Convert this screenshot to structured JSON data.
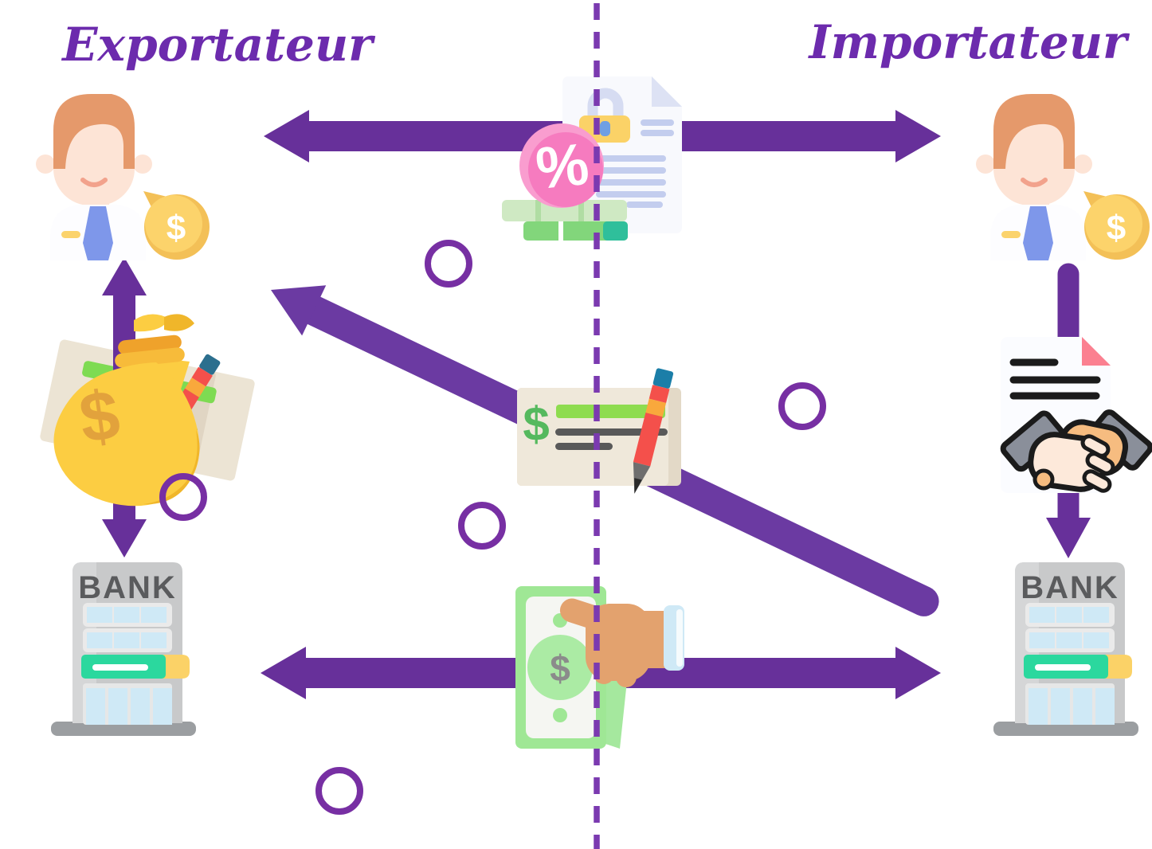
{
  "diagram": {
    "title_left": "Exportateur",
    "title_right": "Importateur",
    "bank_label": "BANK",
    "dollar_symbol": "$",
    "percent_symbol": "%",
    "nodes": [
      {
        "id": "exporter",
        "label": "Exportateur",
        "icon": "businessman-avatar with dollar speech bubble"
      },
      {
        "id": "importer",
        "label": "Importateur",
        "icon": "businessman-avatar with dollar speech bubble"
      },
      {
        "id": "exporter-bank",
        "label": "BANK",
        "icon": "bank-building"
      },
      {
        "id": "importer-bank",
        "label": "BANK",
        "icon": "bank-building"
      }
    ],
    "connectors": [
      {
        "name": "contract-exchange",
        "type": "double-arrow",
        "between": [
          "exporter",
          "importer"
        ],
        "icon": "letter-of-credit (document, lock, percent badge, cash)"
      },
      {
        "name": "exporter-to-exporter-bank",
        "type": "double-arrow",
        "between": [
          "exporter",
          "exporter-bank"
        ],
        "icon": "money-bag with check and pencil"
      },
      {
        "name": "importer-to-importer-bank",
        "type": "down-arrow",
        "between": [
          "importer",
          "importer-bank"
        ],
        "icon": "contract with handshake"
      },
      {
        "name": "check-transfer",
        "type": "diagonal-arrow",
        "between": [
          "importer-bank",
          "exporter"
        ],
        "icon": "bank check with pencil"
      },
      {
        "name": "interbank-settlement",
        "type": "double-arrow",
        "between": [
          "exporter-bank",
          "importer-bank"
        ],
        "icon": "dollar bill handed over"
      }
    ],
    "divider": "vertical dashed line between exporter side and importer side",
    "step_markers": {
      "count": 5,
      "style": "empty purple rings"
    }
  },
  "colors": {
    "title_purple": "#6c2bad",
    "arrow_purple": "#67309a",
    "diagonal_arrow_purple": "#6b3aa2",
    "dashed_line_purple": "#7b3ab0",
    "ring_purple": "#772fa3",
    "coin_yellow": "#fcd36b",
    "money_green": "#9fe795",
    "banner_green": "#2bd89e",
    "check_cream": "#efe8da",
    "percent_pink": "#f67bbf",
    "lock_yellow": "#fbd267",
    "bank_gray": "#c8c9ca",
    "skin": "#fde4d6",
    "hair_orange": "#e5996b",
    "tie_blue": "#7e97ea"
  }
}
